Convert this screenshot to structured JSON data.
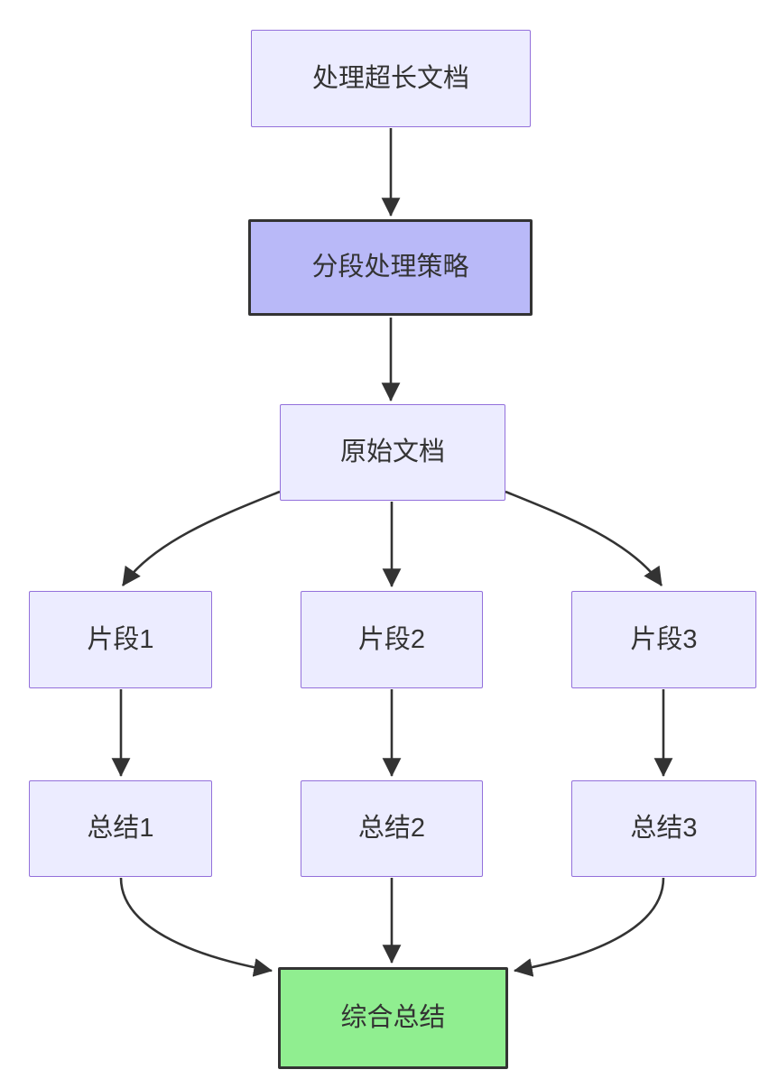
{
  "diagram_type": "flowchart-top-down",
  "background": "#ffffff",
  "colors": {
    "background": "#ffffff",
    "node_fill": "#ECECFF",
    "node_border": "#9370DB",
    "strategy_fill": "#b9b9f8",
    "result_fill": "#90EE90",
    "dark_border": "#333333",
    "edge": "#333333",
    "text": "#333333"
  },
  "nodes": [
    {
      "id": "doc",
      "label": "处理超长文档",
      "style": "default"
    },
    {
      "id": "strategy",
      "label": "分段处理策略",
      "style": "emphasized"
    },
    {
      "id": "original",
      "label": "原始文档",
      "style": "default"
    },
    {
      "id": "seg1",
      "label": "片段1",
      "style": "default"
    },
    {
      "id": "seg2",
      "label": "片段2",
      "style": "default"
    },
    {
      "id": "seg3",
      "label": "片段3",
      "style": "default"
    },
    {
      "id": "sum1",
      "label": "总结1",
      "style": "default"
    },
    {
      "id": "sum2",
      "label": "总结2",
      "style": "default"
    },
    {
      "id": "sum3",
      "label": "总结3",
      "style": "default"
    },
    {
      "id": "final",
      "label": "综合总结",
      "style": "result"
    }
  ],
  "edges": [
    {
      "from": "doc",
      "to": "strategy"
    },
    {
      "from": "strategy",
      "to": "original"
    },
    {
      "from": "original",
      "to": "seg1"
    },
    {
      "from": "original",
      "to": "seg2"
    },
    {
      "from": "original",
      "to": "seg3"
    },
    {
      "from": "seg1",
      "to": "sum1"
    },
    {
      "from": "seg2",
      "to": "sum2"
    },
    {
      "from": "seg3",
      "to": "sum3"
    },
    {
      "from": "sum1",
      "to": "final"
    },
    {
      "from": "sum2",
      "to": "final"
    },
    {
      "from": "sum3",
      "to": "final"
    }
  ]
}
